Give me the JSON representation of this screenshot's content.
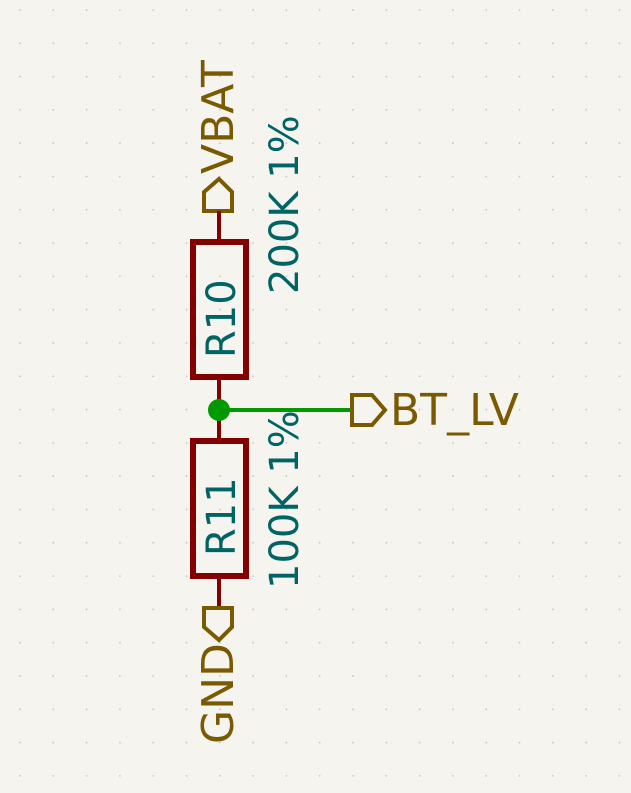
{
  "colors": {
    "background": "#f5f4ef",
    "grid_dot": "#c9c7bd",
    "component_body": "#840000",
    "designator_text": "#006464",
    "value_text": "#006464",
    "power_label": "#7a5a00",
    "wire": "#009900",
    "junction": "#009900"
  },
  "components": [
    {
      "designator": "R10",
      "value": "200K 1%"
    },
    {
      "designator": "R11",
      "value": "100K 1%"
    }
  ],
  "power_ports": {
    "top": "VBAT",
    "bottom": "GND"
  },
  "net_labels": {
    "divider_output": "BT_LV"
  }
}
